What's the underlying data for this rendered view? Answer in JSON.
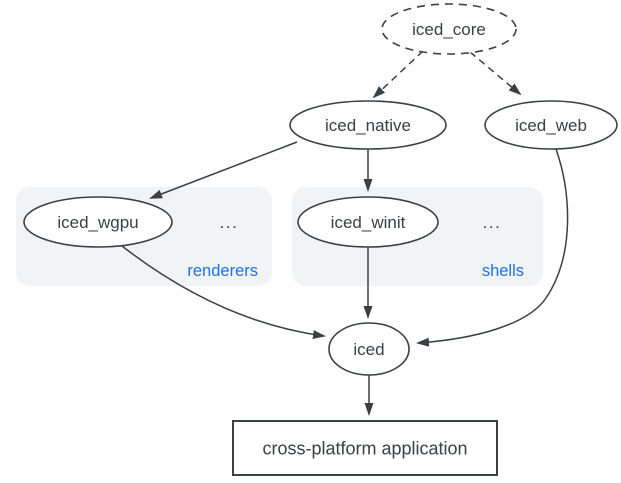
{
  "diagram": {
    "type": "dependency-graph",
    "background": "#ffffff",
    "nodes": {
      "iced_core": {
        "label": "iced_core",
        "shape": "ellipse",
        "border": "dashed"
      },
      "iced_native": {
        "label": "iced_native",
        "shape": "ellipse",
        "border": "solid"
      },
      "iced_web": {
        "label": "iced_web",
        "shape": "ellipse",
        "border": "solid"
      },
      "iced_wgpu": {
        "label": "iced_wgpu",
        "shape": "ellipse",
        "border": "solid"
      },
      "iced_winit": {
        "label": "iced_winit",
        "shape": "ellipse",
        "border": "solid"
      },
      "iced": {
        "label": "iced",
        "shape": "ellipse",
        "border": "solid"
      },
      "app": {
        "label": "cross-platform application",
        "shape": "rectangle",
        "border": "solid"
      }
    },
    "groups": {
      "renderers": {
        "label": "renderers",
        "ellipsis": "...",
        "contains": [
          "iced_wgpu"
        ]
      },
      "shells": {
        "label": "shells",
        "ellipsis": "...",
        "contains": [
          "iced_winit"
        ]
      }
    },
    "edges": [
      {
        "from": "iced_core",
        "to": "iced_native",
        "style": "dashed"
      },
      {
        "from": "iced_core",
        "to": "iced_web",
        "style": "dashed"
      },
      {
        "from": "iced_native",
        "to": "iced_wgpu",
        "style": "solid"
      },
      {
        "from": "iced_native",
        "to": "iced_winit",
        "style": "solid"
      },
      {
        "from": "iced_wgpu",
        "to": "iced",
        "style": "solid"
      },
      {
        "from": "iced_winit",
        "to": "iced",
        "style": "solid"
      },
      {
        "from": "iced_web",
        "to": "iced",
        "style": "solid"
      },
      {
        "from": "iced",
        "to": "app",
        "style": "solid"
      }
    ],
    "colors": {
      "stroke": "#3c4043",
      "node_fill": "#ffffff",
      "text": "#3c4043",
      "group_fill": "#f1f3f5",
      "group_label": "#1a73e8",
      "background": "#ffffff"
    }
  }
}
